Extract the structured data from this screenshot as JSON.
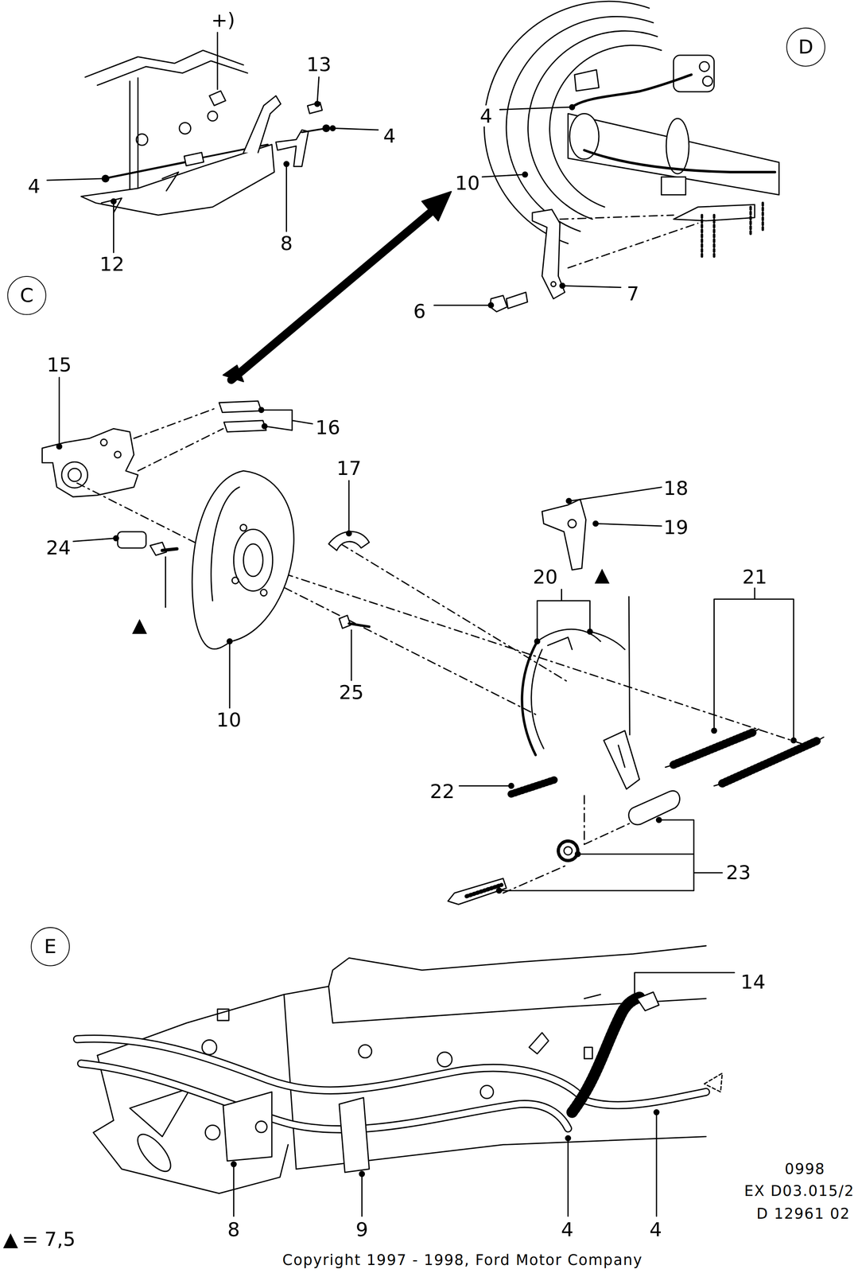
{
  "diagram": {
    "nodes": [
      {
        "text": [
          "D"
        ]
      },
      {
        "text": [
          "C"
        ]
      },
      {
        "text": [
          "E"
        ]
      }
    ],
    "labels": [
      "+)",
      "13",
      "4",
      "4",
      "12",
      "8",
      "4",
      "10",
      "6",
      "7",
      "15",
      "16",
      "17",
      "18",
      "19",
      "24",
      "20",
      "▲",
      "21",
      "▲",
      "25",
      "10",
      "22",
      "23",
      "14",
      "8",
      "9",
      "4",
      "4",
      "0998",
      "EX D03.015/2",
      "D 12961 02",
      "▲",
      "= 7,5",
      "Copyright 1997 - 1998, Ford Motor Company"
    ]
  }
}
